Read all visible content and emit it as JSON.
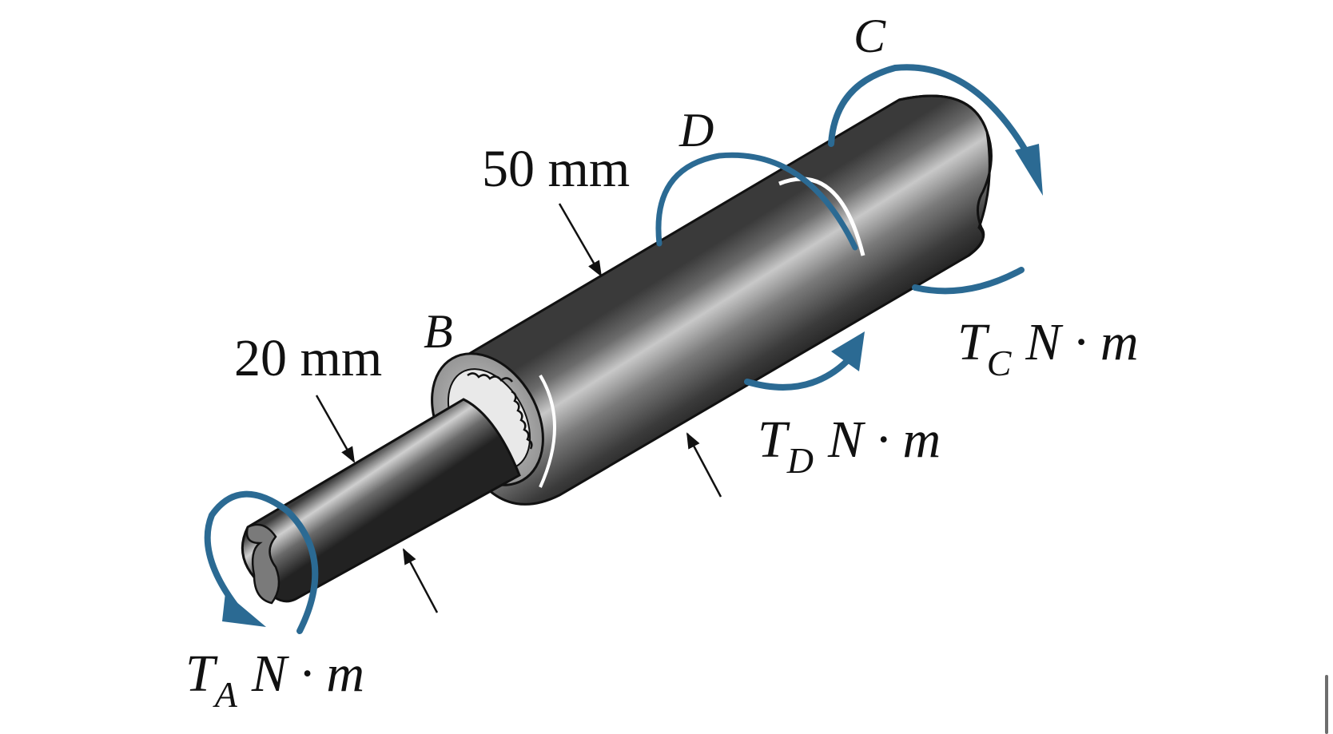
{
  "diagram": {
    "dimensions": {
      "large_diameter": "50 mm",
      "small_diameter": "20 mm"
    },
    "points": {
      "B": "B",
      "C": "C",
      "D": "D"
    },
    "torques": {
      "A": {
        "symbol": "T",
        "subscript": "A",
        "unit": "N · m"
      },
      "C": {
        "symbol": "T",
        "subscript": "C",
        "unit": "N · m"
      },
      "D": {
        "symbol": "T",
        "subscript": "D",
        "unit": "N · m"
      }
    },
    "colors": {
      "torque_arrow": "#2b6a93",
      "shaft_dark": "#2a2a2a",
      "shaft_light": "#bfbfbf",
      "background": "#ffffff"
    }
  }
}
